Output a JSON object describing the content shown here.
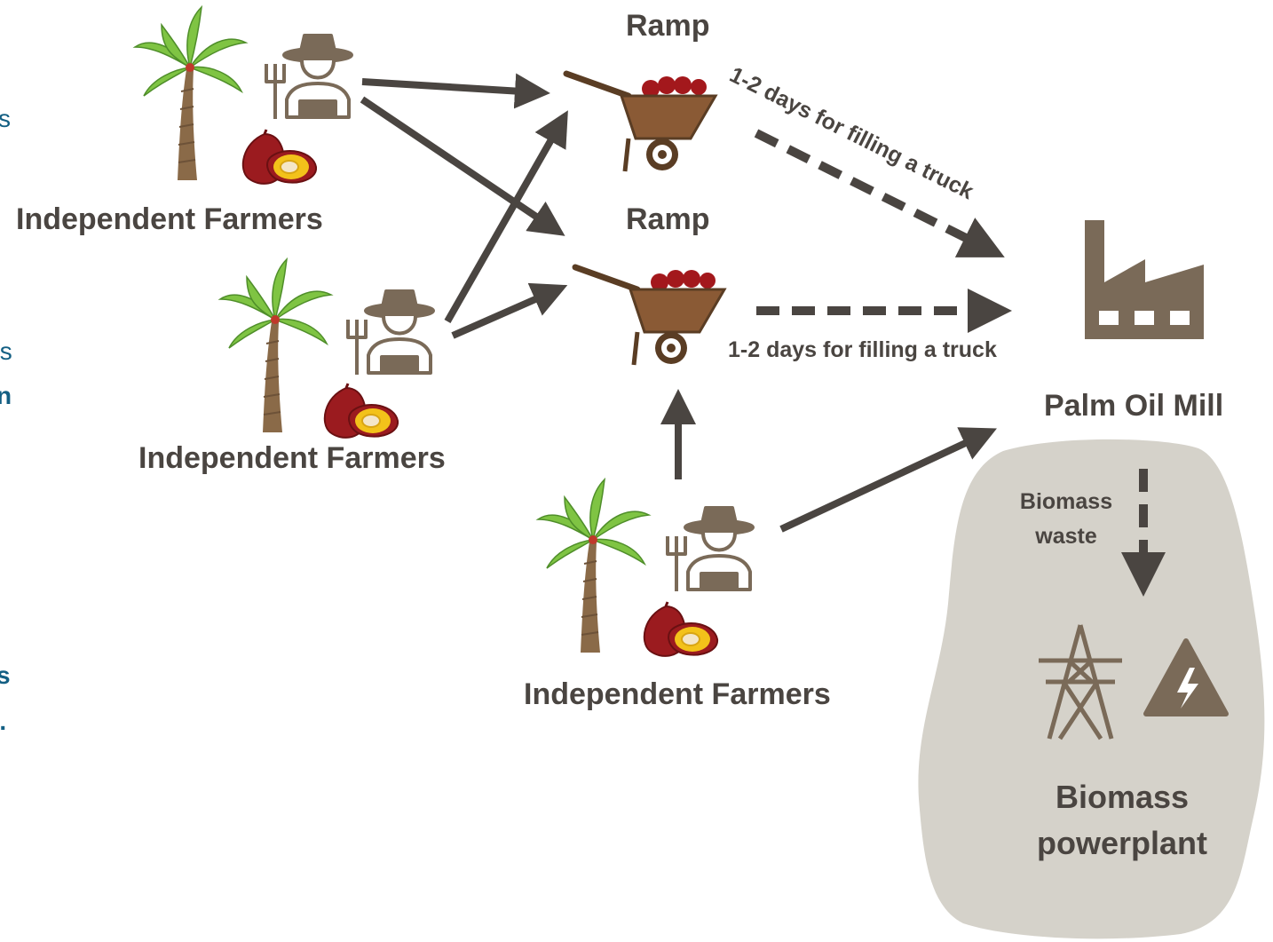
{
  "nodes": {
    "farmers_1": "Independent Farmers",
    "farmers_2": "Independent Farmers",
    "farmers_3": "Independent Farmers",
    "ramp_1": "Ramp",
    "ramp_2": "Ramp",
    "mill": "Palm Oil Mill",
    "powerplant_line1": "Biomass",
    "powerplant_line2": "powerplant"
  },
  "edges": {
    "ramp1_to_mill": "1-2 days for filling a truck",
    "ramp2_to_mill": "1-2 days for filling a truck",
    "mill_to_plant_line1": "Biomass",
    "mill_to_plant_line2": "waste"
  },
  "cropped_left_text": {
    "line1": "s",
    "line2": "ts",
    "line3": "n",
    "line4": "s",
    "line5": "t."
  },
  "colors": {
    "arrow": "#4a4541",
    "text": "#4a4541",
    "icon_brown": "#7a6a58",
    "powerplant_area": "#d5d2ca",
    "side_text": "#135f83"
  },
  "icons": [
    "palm-tree-icon",
    "farmer-icon",
    "palm-fruit-icon",
    "wheelbarrow-icon",
    "factory-icon",
    "transmission-tower-icon",
    "high-voltage-icon"
  ]
}
